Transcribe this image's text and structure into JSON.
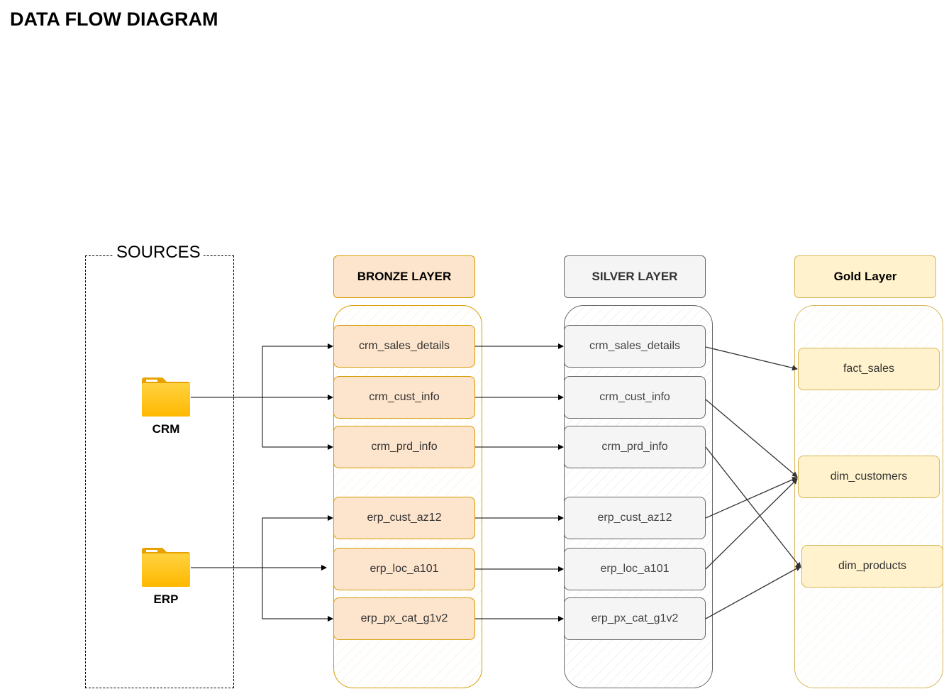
{
  "title": "DATA FLOW DIAGRAM",
  "sources": {
    "label": "SOURCES",
    "crm": "CRM",
    "erp": "ERP"
  },
  "layers": {
    "bronze": {
      "title": "BRONZE LAYER",
      "tables": [
        "crm_sales_details",
        "crm_cust_info",
        "crm_prd_info",
        "erp_cust_az12",
        "erp_loc_a101",
        "erp_px_cat_g1v2"
      ]
    },
    "silver": {
      "title": "SILVER LAYER",
      "tables": [
        "crm_sales_details",
        "crm_cust_info",
        "crm_prd_info",
        "erp_cust_az12",
        "erp_loc_a101",
        "erp_px_cat_g1v2"
      ]
    },
    "gold": {
      "title": "Gold Layer",
      "tables": [
        "fact_sales",
        "dim_customers",
        "dim_products"
      ]
    }
  },
  "colors": {
    "bronze_fill": "#fde4cc",
    "bronze_stroke": "#d79b00",
    "silver_fill": "#f5f5f5",
    "silver_stroke": "#666666",
    "gold_fill": "#fff2cc",
    "gold_stroke": "#d6b656",
    "folder": "#ffc000"
  }
}
